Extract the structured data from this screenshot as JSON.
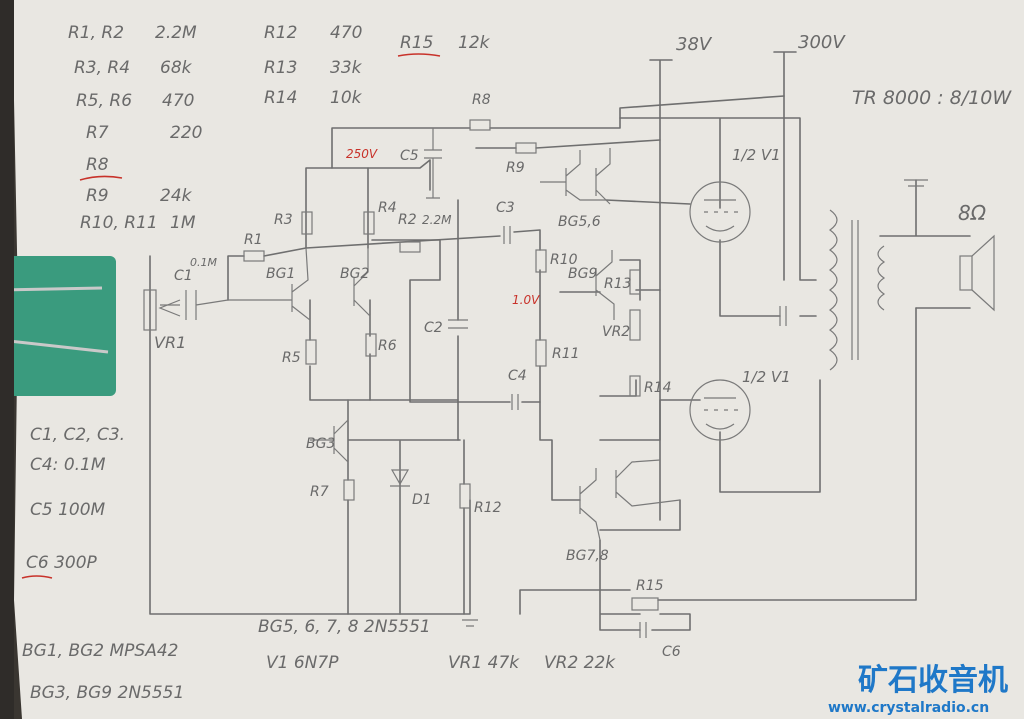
{
  "parts": {
    "list": [
      {
        "name": "R1, R2",
        "value": "2.2M"
      },
      {
        "name": "R3, R4",
        "value": "68k"
      },
      {
        "name": "R5, R6",
        "value": "470"
      },
      {
        "name": "R7",
        "value": "220"
      },
      {
        "name": "R8",
        "value": ""
      },
      {
        "name": "R9",
        "value": "24k"
      },
      {
        "name": "R10, R11",
        "value": "1M"
      },
      {
        "name": "R12",
        "value": "470"
      },
      {
        "name": "R13",
        "value": "33k"
      },
      {
        "name": "R14",
        "value": "10k"
      },
      {
        "name": "R15",
        "value": "12k"
      }
    ],
    "caps_names": "C1, C2, C3.",
    "caps_value": "C4: 0.1M",
    "c5": "C5  100M",
    "c6": "C6  300P"
  },
  "footer": {
    "bg5_8": "BG5, 6, 7, 8  2N5551",
    "bg1_2": "BG1, BG2   MPSA42",
    "v1": "V1    6N7P",
    "vr1": "VR1 47k",
    "vr2": "VR2 22k",
    "bg3_9": "BG3, BG9  2N5551"
  },
  "rails": {
    "v38": "38V",
    "v300": "300V"
  },
  "transformer": "TR 8000 : 8/10W",
  "speaker": "8Ω",
  "voltages": {
    "v1": "250V",
    "v2": "1.0V"
  },
  "labels": {
    "R1": "R1",
    "R2": "R2",
    "R2val": "2.2M",
    "R3": "R3",
    "R4": "R4",
    "R5": "R5",
    "R6": "R6",
    "R7": "R7",
    "R8": "R8",
    "R9": "R9",
    "R10": "R10",
    "R11": "R11",
    "R12": "R12",
    "R13": "R13",
    "R14": "R14",
    "R15": "R15",
    "C1": "C1",
    "C1val": "0.1M",
    "C2": "C2",
    "C3": "C3",
    "C4": "C4",
    "C5": "C5",
    "C6": "C6",
    "BG1": "BG1",
    "BG2": "BG2",
    "BG3": "BG3",
    "BG9": "BG9",
    "BG56": "BG5,6",
    "BG78": "BG7,8",
    "VR1": "VR1",
    "VR2": "VR2",
    "D1": "D1",
    "V1a": "1/2 V1",
    "V1b": "1/2 V1"
  },
  "watermark": {
    "title": "矿石收音机",
    "url": "www.crystalradio.cn"
  },
  "colors": {
    "paper": "#e9e7e2",
    "pencil": "#6a6a6a",
    "red": "#c8322a",
    "clip": "#3a9b7e",
    "brand": "#1f78c8"
  }
}
